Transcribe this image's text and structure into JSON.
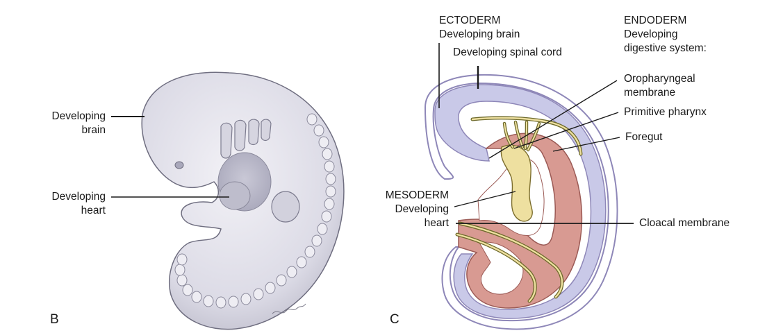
{
  "panel_b": {
    "letter": "B",
    "labels": {
      "brain_line1": "Developing",
      "brain_line2": "brain",
      "heart_line1": "Developing",
      "heart_line2": "heart"
    }
  },
  "panel_c": {
    "letter": "C",
    "ectoderm": {
      "title": "ECTODERM",
      "brain": "Developing brain",
      "spinal_cord": "Developing spinal cord"
    },
    "endoderm": {
      "title": "ENDODERM",
      "line1": "Developing",
      "line2": "digestive system:",
      "oro_line1": "Oropharyngeal",
      "oro_line2": "membrane",
      "pharynx": "Primitive pharynx",
      "foregut": "Foregut"
    },
    "mesoderm": {
      "title": "MESODERM",
      "line1": "Developing",
      "line2": "heart"
    },
    "cloacal": "Cloacal membrane"
  },
  "colors": {
    "ectoderm_fill": "#c9c9e8",
    "ectoderm_outline": "#8e87b8",
    "mesoderm_fill": "#d89a92",
    "endoderm_fill": "#eee0a0",
    "embryo_skin": "#e0dfe8"
  }
}
